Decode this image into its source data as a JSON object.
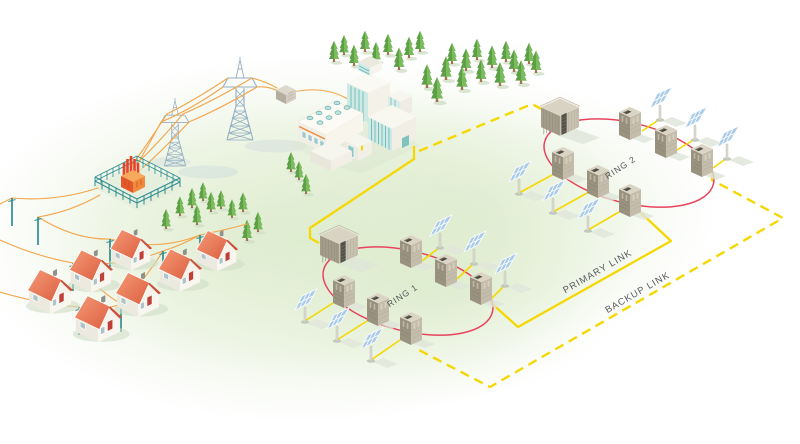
{
  "diagram": {
    "labels": {
      "ring1": "RING 1",
      "ring2": "RING 2",
      "primary_link": "PRIMARY LINK",
      "backup_link": "BACKUP LINK"
    },
    "colors": {
      "link_yellow": "#F5D803",
      "ring_red": "#E8435C",
      "power_line_orange": "#F3A54A",
      "label_gray": "#57585C",
      "ground_green": "#DCEBD1",
      "tree_green": "#67AC4F",
      "roof_orange": "#E0634A",
      "teal": "#2F8D91",
      "solar_blue": "#A9CBE9",
      "pylon_blue_gray": "#93AFC2",
      "cabinet_tan": "#C2BBAA"
    }
  }
}
